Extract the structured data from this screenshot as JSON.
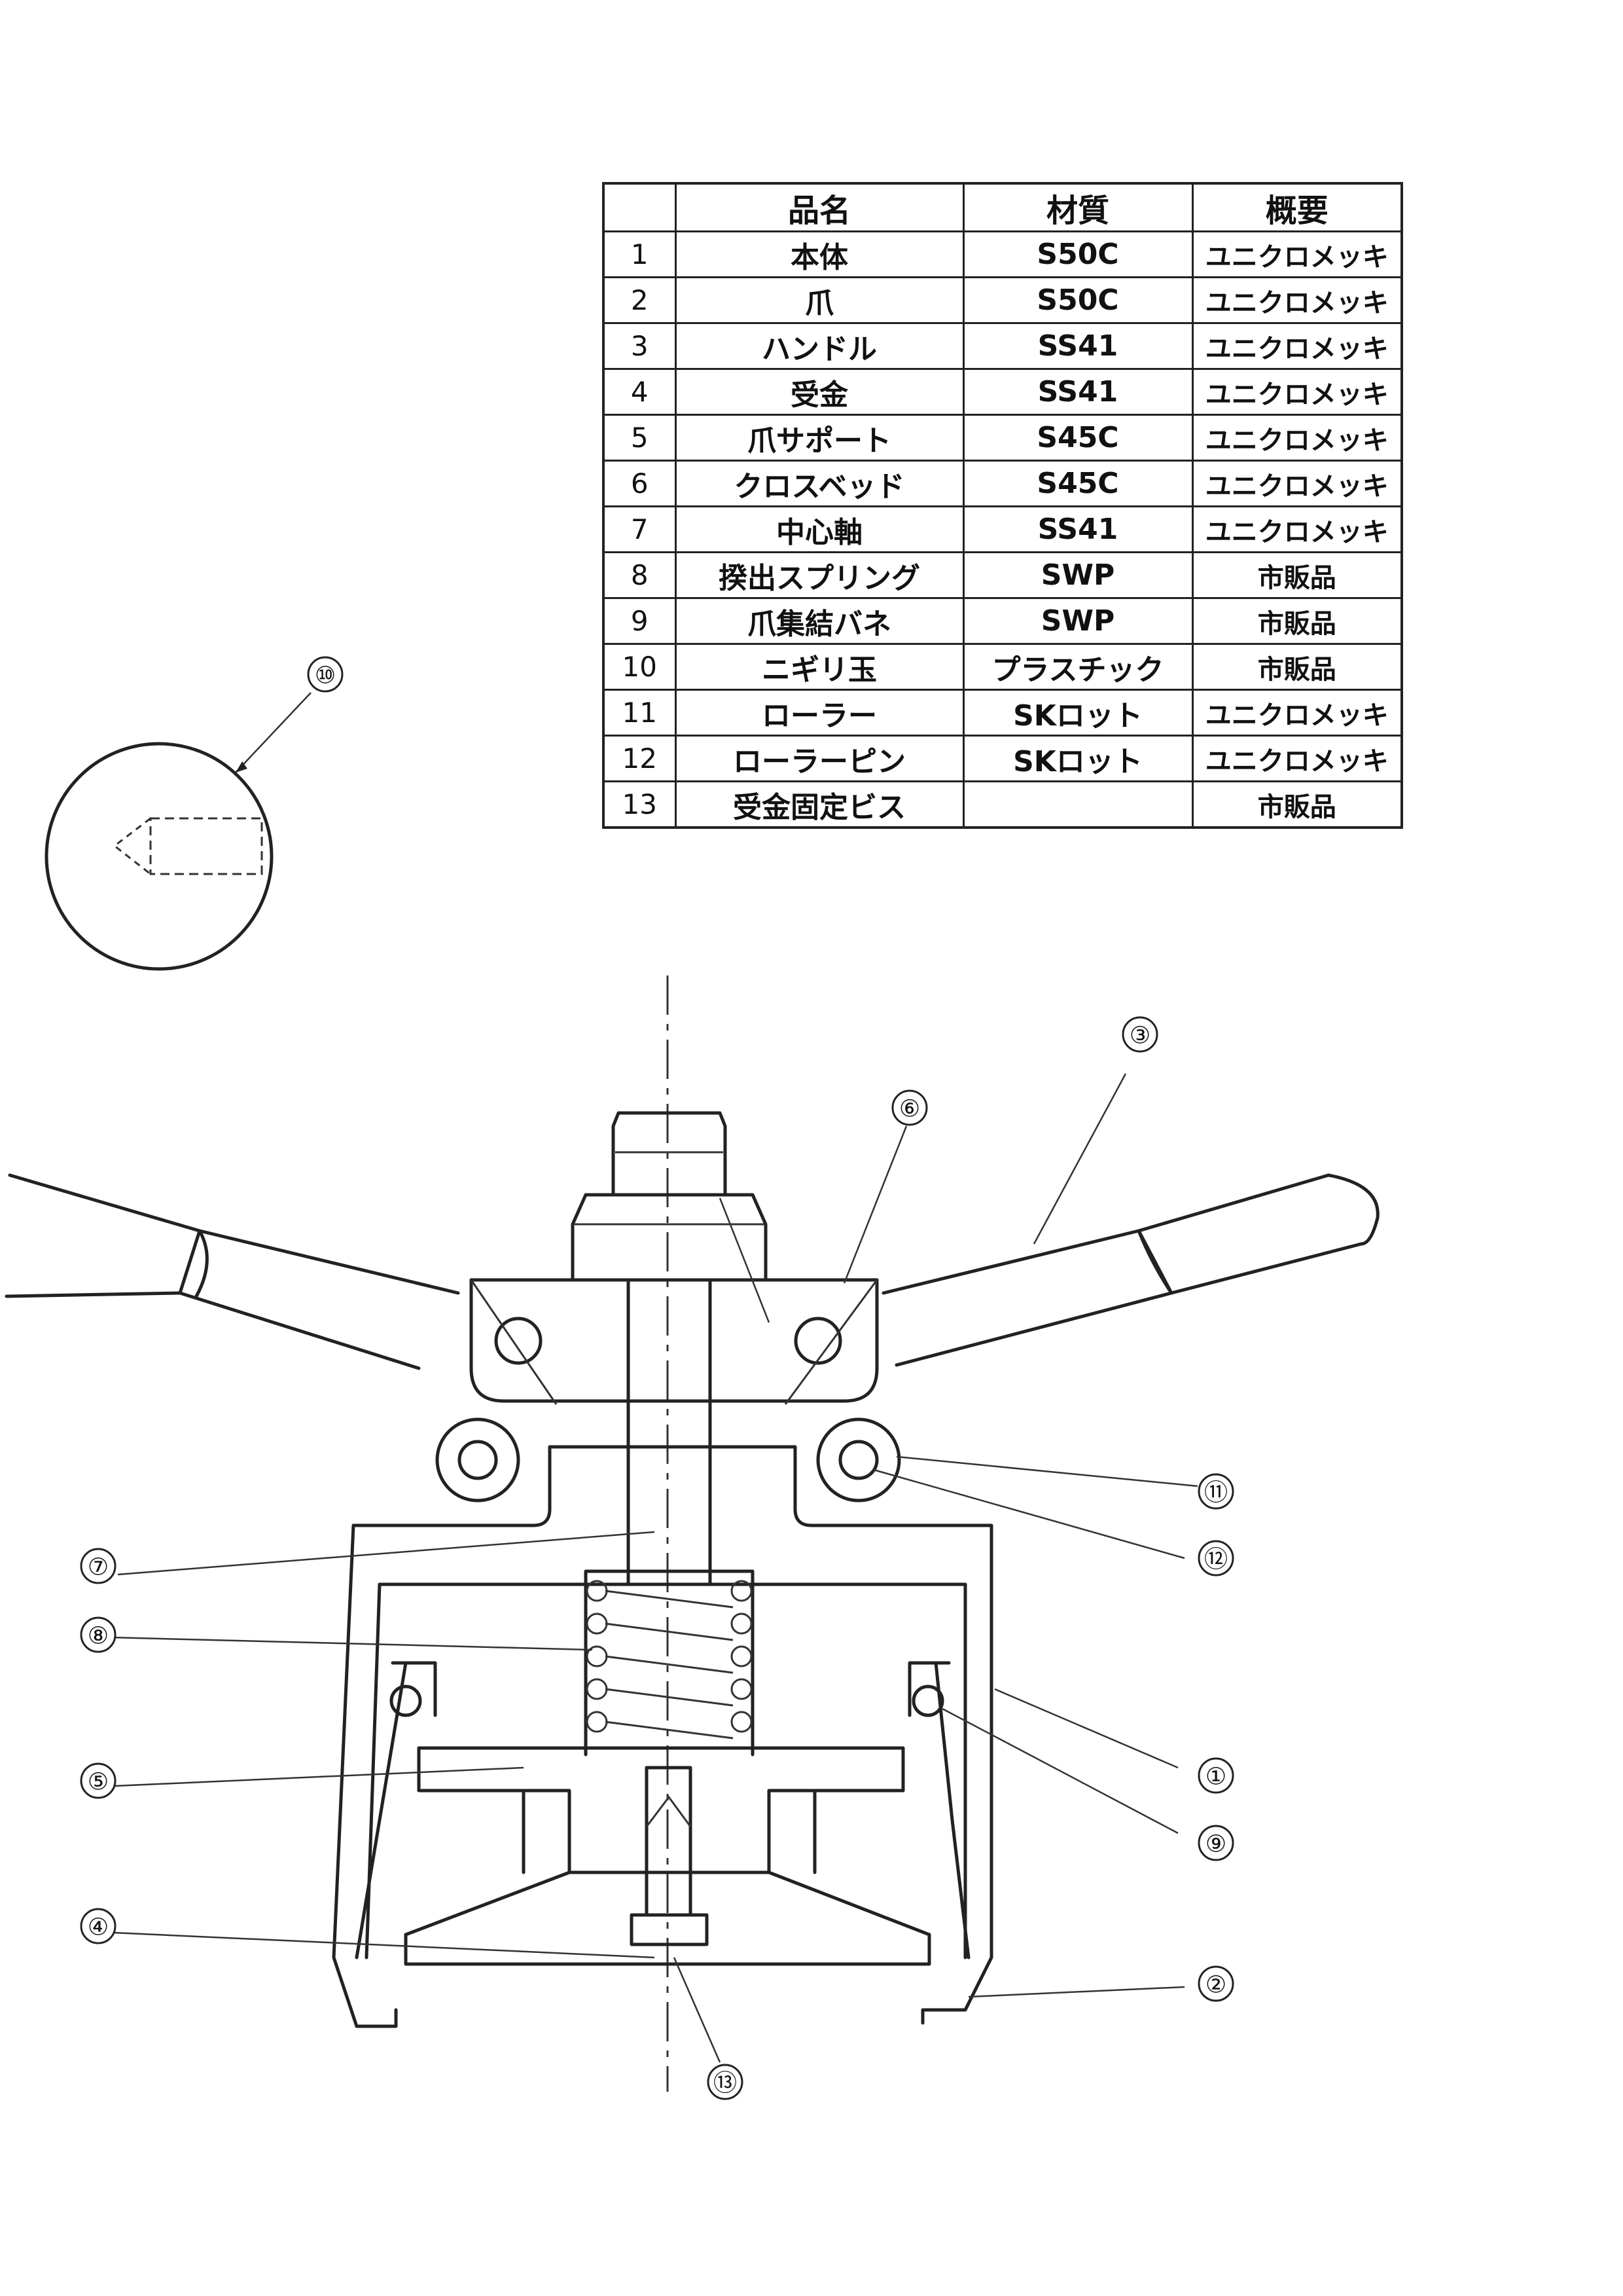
{
  "table": {
    "headers": {
      "no": "",
      "name": "品名",
      "material": "材質",
      "note": "概要"
    },
    "rows": [
      {
        "no": "1",
        "name": "本体",
        "material": "S50C",
        "note": "ユニクロメッキ"
      },
      {
        "no": "2",
        "name": "爪",
        "material": "S50C",
        "note": "ユニクロメッキ"
      },
      {
        "no": "3",
        "name": "ハンドル",
        "material": "SS41",
        "note": "ユニクロメッキ"
      },
      {
        "no": "4",
        "name": "受金",
        "material": "SS41",
        "note": "ユニクロメッキ"
      },
      {
        "no": "5",
        "name": "爪サポート",
        "material": "S45C",
        "note": "ユニクロメッキ"
      },
      {
        "no": "6",
        "name": "クロスベッド",
        "material": "S45C",
        "note": "ユニクロメッキ"
      },
      {
        "no": "7",
        "name": "中心軸",
        "material": "SS41",
        "note": "ユニクロメッキ"
      },
      {
        "no": "8",
        "name": "揆出スプリング",
        "material": "SWP",
        "note": "市販品"
      },
      {
        "no": "9",
        "name": "爪集結バネ",
        "material": "SWP",
        "note": "市販品"
      },
      {
        "no": "10",
        "name": "ニギリ玉",
        "material": "プラスチック",
        "note": "市販品"
      },
      {
        "no": "11",
        "name": "ローラー",
        "material": "SKロット",
        "note": "ユニクロメッキ"
      },
      {
        "no": "12",
        "name": "ローラーピン",
        "material": "SKロット",
        "note": "ユニクロメッキ"
      },
      {
        "no": "13",
        "name": "受金固定ビス",
        "material": "",
        "note": "市販品"
      }
    ]
  },
  "callouts": {
    "c1": "①",
    "c2": "②",
    "c3": "③",
    "c4": "④",
    "c5": "⑤",
    "c6": "⑥",
    "c7": "⑦",
    "c8": "⑧",
    "c9": "⑨",
    "c10": "⑩",
    "c11": "⑪",
    "c12": "⑫",
    "c13": "⑬"
  }
}
